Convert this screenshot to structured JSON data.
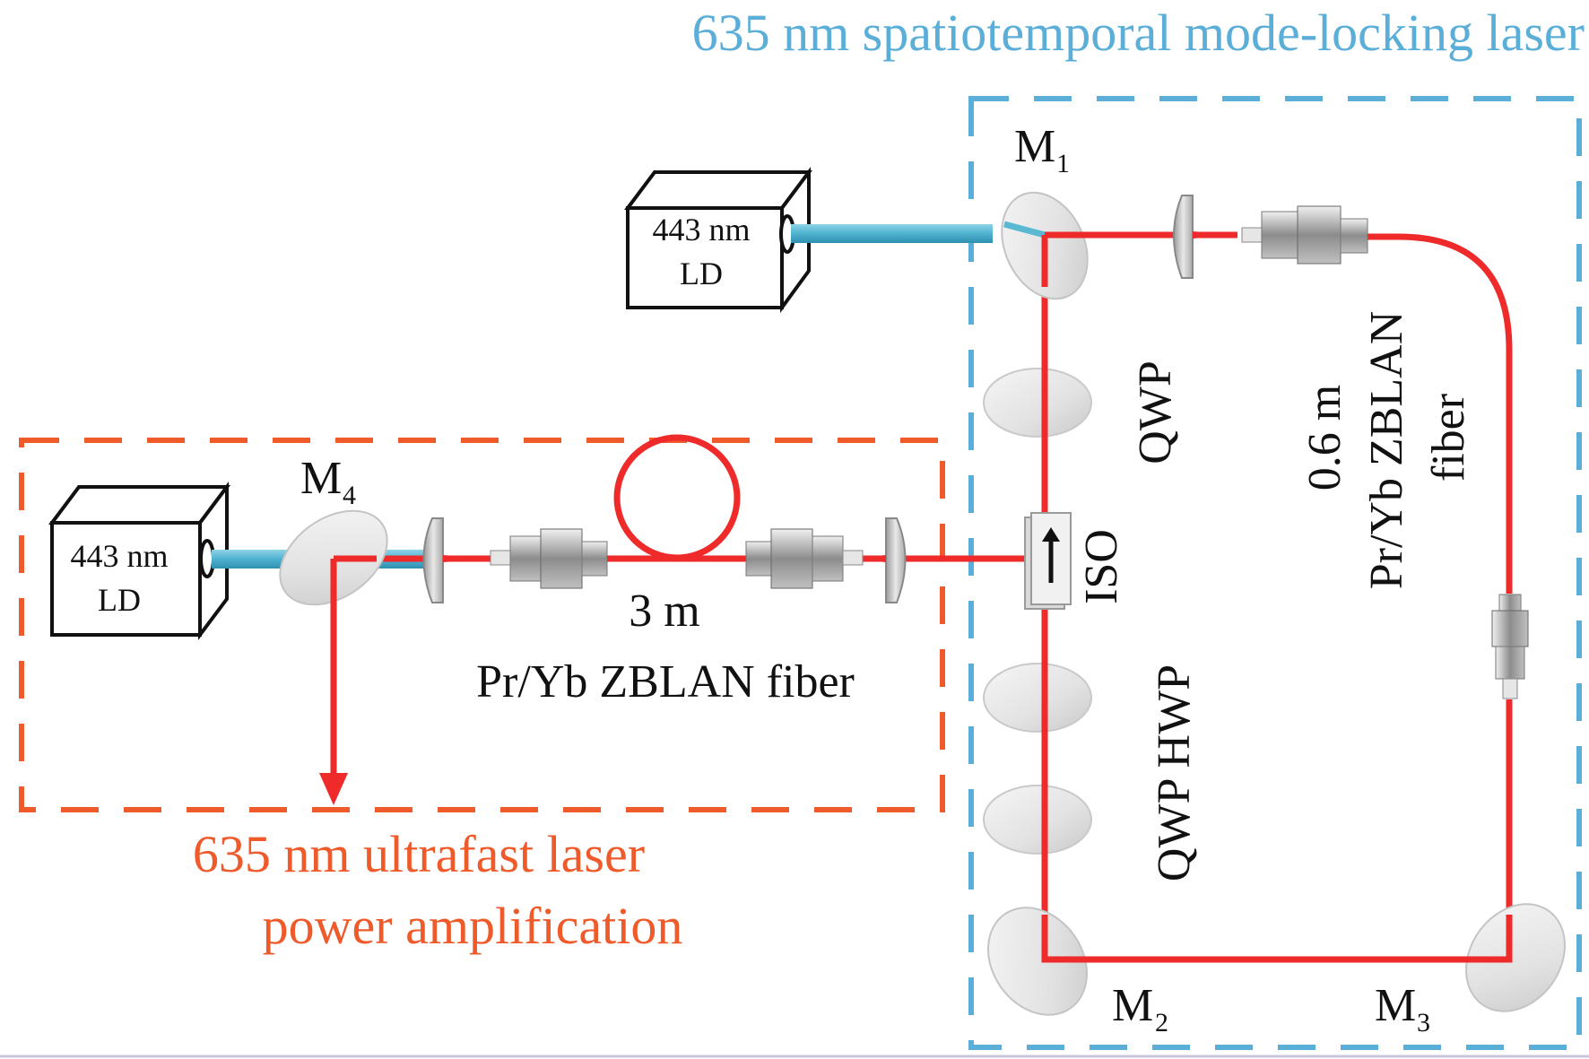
{
  "title_top": "635 nm spatiotemporal mode-locking laser",
  "title_bottom_line1": "635 nm ultrafast laser",
  "title_bottom_line2": "power amplification",
  "colors": {
    "oscillator_box": "#5aaed8",
    "amplifier_box": "#ef5a2b",
    "laser_red": "#ee2a2a",
    "pump_blue": "#5bb8d3"
  },
  "ld_top": {
    "line1": "443 nm",
    "line2": "LD"
  },
  "ld_bottom": {
    "line1": "443 nm",
    "line2": "LD"
  },
  "mirrors": {
    "m1": {
      "letter": "M",
      "sub": "1"
    },
    "m2": {
      "letter": "M",
      "sub": "2"
    },
    "m3": {
      "letter": "M",
      "sub": "3"
    },
    "m4": {
      "letter": "M",
      "sub": "4"
    }
  },
  "labels": {
    "qwp_top": "QWP",
    "iso": "ISO",
    "qwp_hwp": "QWP HWP",
    "fiber_length_osc": "0.6 m",
    "fiber_type_osc": "Pr/Yb ZBLAN",
    "fiber_word_osc": "fiber",
    "fiber_length_amp": "3 m",
    "fiber_type_amp": "Pr/Yb ZBLAN fiber"
  }
}
